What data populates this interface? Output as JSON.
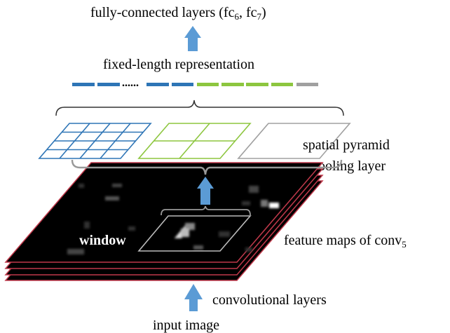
{
  "labels": {
    "fc_main": "fully-connected layers (fc",
    "fc6_sub": "6",
    "fc_mid": ", fc",
    "fc7_sub": "7",
    "fc_end": ")",
    "fixed_length": "fixed-length representation",
    "dots": "......",
    "spp_line1": "spatial pyramid",
    "spp_line2": "pooling layer",
    "feature_maps": "feature maps of conv",
    "feature_maps_sub": "5",
    "window": "window",
    "conv_layers": "convolutional layers",
    "input_image": "input image"
  },
  "colors": {
    "blue": "#2e75b6",
    "green": "#8dc63f",
    "gray": "#a0a0a0",
    "arrow": "#5b9bd5",
    "feature_map_border": "#c0394b",
    "feature_map_fill": "#000000"
  },
  "pyramid_levels": [
    {
      "grid": "4x4",
      "color": "blue"
    },
    {
      "grid": "2x2",
      "color": "green"
    },
    {
      "grid": "1x1",
      "color": "gray"
    }
  ],
  "feature_vector": {
    "segments": [
      "blue",
      "blue",
      "dots",
      "blue",
      "blue",
      "green",
      "green",
      "green",
      "green",
      "gray"
    ]
  },
  "feature_map_layers": 4
}
